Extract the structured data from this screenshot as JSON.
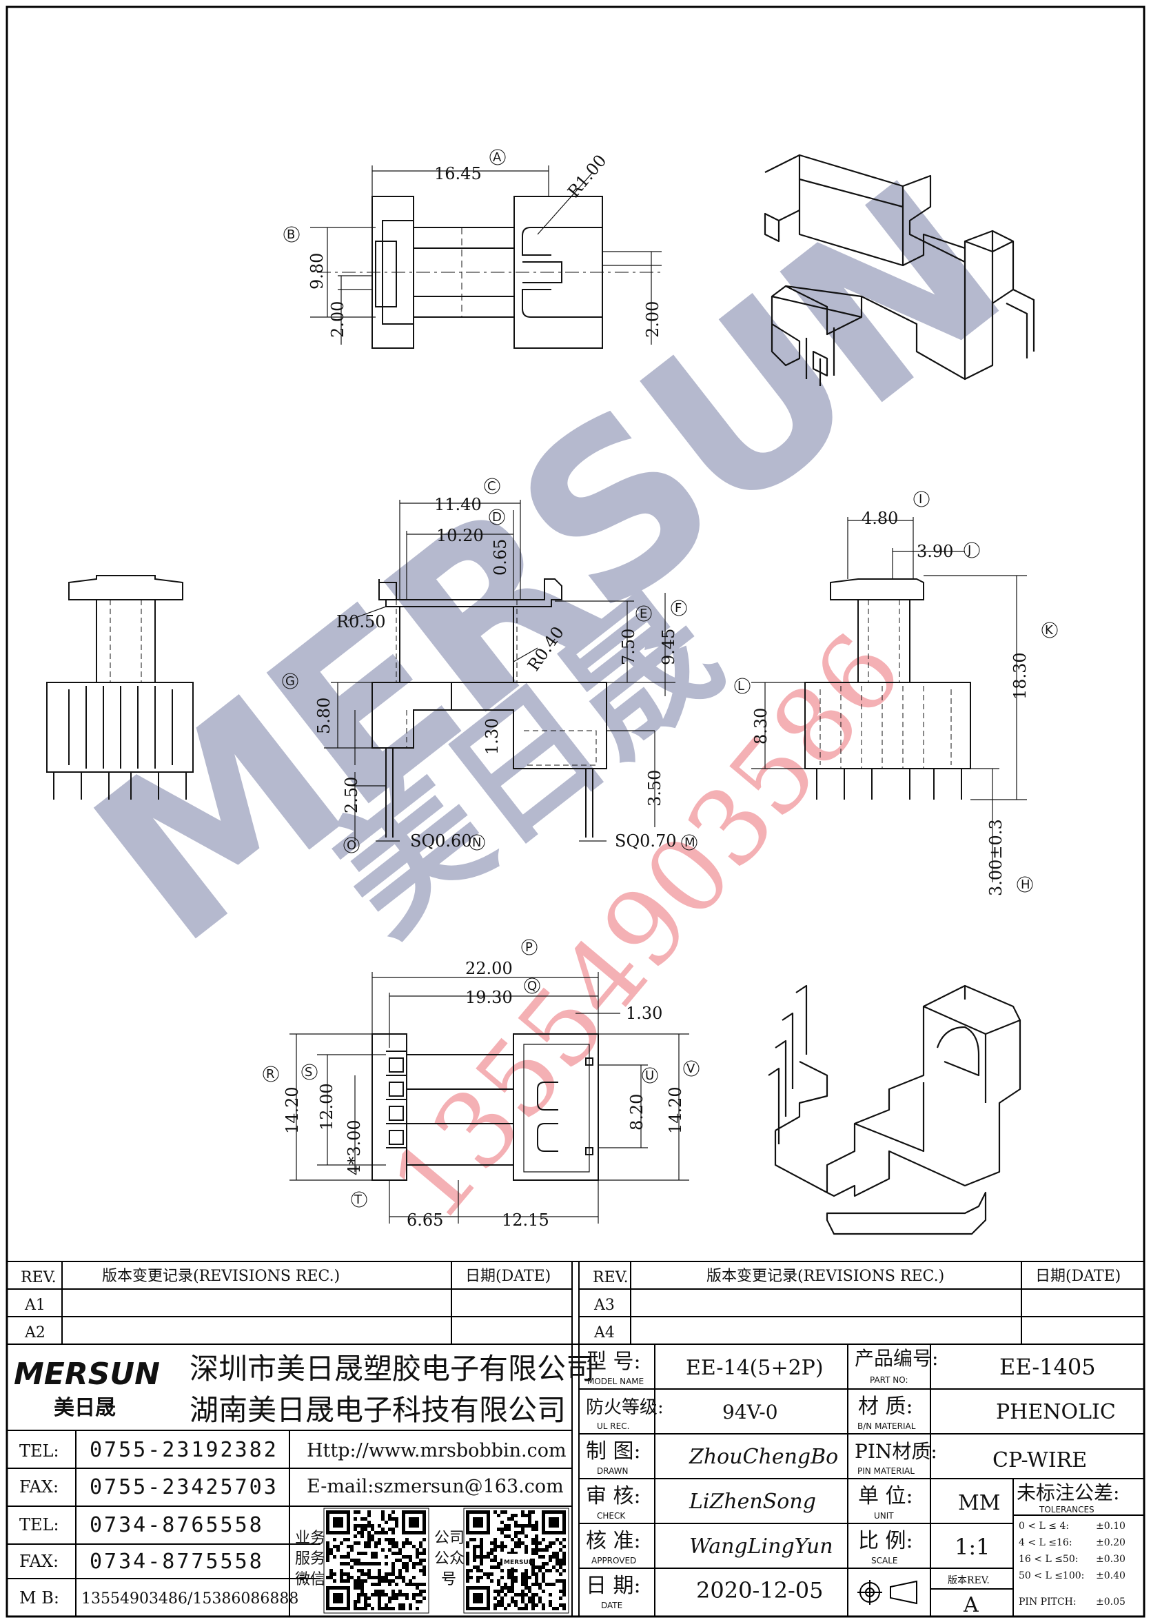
{
  "drawing": {
    "top_view": {
      "dims": [
        "16.45",
        "R1.00",
        "9.80",
        "2.00",
        "2.00"
      ],
      "circles": [
        "A",
        "B"
      ]
    },
    "front_view": {
      "dims": [
        "11.40",
        "10.20",
        "0.65",
        "R0.50",
        "R0.40",
        "7.50",
        "9.45",
        "5.80",
        "1.30",
        "2.50",
        "3.50",
        "SQ0.60",
        "SQ0.70"
      ],
      "circles": [
        "C",
        "D",
        "E",
        "F",
        "G",
        "N",
        "M",
        "O"
      ]
    },
    "side_view": {
      "dims": [
        "4.80",
        "3.90",
        "18.30",
        "8.30",
        "3.00±0.3"
      ],
      "circles": [
        "I",
        "J",
        "K",
        "H",
        "L"
      ]
    },
    "bottom_view": {
      "dims": [
        "22.00",
        "19.30",
        "1.30",
        "14.20",
        "12.00",
        "4*3.00",
        "8.20",
        "14.20",
        "6.65",
        "12.15"
      ],
      "circles": [
        "P",
        "Q",
        "R",
        "S",
        "U",
        "V",
        "T"
      ]
    }
  },
  "watermark": {
    "brand": "MERSUN",
    "chinese": "美日晟",
    "phone": "13554903586",
    "colors": {
      "blue": "#9db8e2",
      "gray": "#a9adc6",
      "red": "#f3a3a8"
    }
  },
  "revisions": {
    "left": {
      "col_rev": "REV.",
      "col_rec": "版本变更记录(REVISIONS REC.)",
      "col_date": "日期(DATE)",
      "rows": [
        "A1",
        "A2"
      ]
    },
    "right": {
      "col_rev": "REV.",
      "col_rec": "版本变更记录(REVISIONS REC.)",
      "col_date": "日期(DATE)",
      "rows": [
        "A3",
        "A4"
      ]
    }
  },
  "company": {
    "logo": "MERSUN",
    "logo_cn": "美日晟",
    "name1": "深圳市美日晟塑胶电子有限公司",
    "name2": "湖南美日晟电子科技有限公司",
    "contacts": [
      {
        "label": "TEL:",
        "value": "0755-23192382"
      },
      {
        "label": "FAX:",
        "value": "0755-23425703"
      },
      {
        "label": "TEL:",
        "value": "0734-8765558"
      },
      {
        "label": "FAX:",
        "value": "0734-8775558"
      }
    ],
    "mb_label": "M B:",
    "mb_value": "13554903486/15386086888",
    "website": "Http://www.mrsbobbin.com",
    "email": "E-mail:szmersun@163.com",
    "qr1_label": [
      "业务",
      "服务",
      "微信"
    ],
    "qr2_label": [
      "公司",
      "公众",
      "号"
    ],
    "qr2_logo": "MERSUN"
  },
  "spec": {
    "model_label": "型 号:",
    "model_sub": "MODEL NAME",
    "model_value": "EE-14(5+2P)",
    "part_label": "产品编号:",
    "part_sub": "PART NO:",
    "part_value": "EE-1405",
    "fire_label": "防火等级:",
    "fire_sub": "UL REC.",
    "fire_value": "94V-0",
    "material_label": "材 质:",
    "material_sub": "B/N MATERIAL",
    "material_value": "PHENOLIC",
    "drawn_label": "制 图:",
    "drawn_sub": "DRAWN",
    "drawn_value": "ZhouChengBo",
    "pin_label": "PIN材质:",
    "pin_sub": "PIN MATERIAL",
    "pin_value": "CP-WIRE",
    "check_label": "审 核:",
    "check_sub": "CHECK",
    "check_value": "LiZhenSong",
    "unit_label": "单 位:",
    "unit_sub": "UNIT",
    "unit_value": "MM",
    "approved_label": "核 准:",
    "approved_sub": "APPROVED",
    "approved_value": "WangLingYun",
    "scale_label": "比 例:",
    "scale_sub": "SCALE",
    "scale_value": "1:1",
    "date_label": "日 期:",
    "date_sub": "DATE",
    "date_value": "2020-12-05",
    "rev_label": "版本REV.",
    "rev_value": "A",
    "tol_title": "未标注公差:",
    "tol_sub": "TOLERANCES",
    "tolerances": [
      {
        "range": "0 < L ≤  4:",
        "value": "±0.10"
      },
      {
        "range": "4 < L ≤16:",
        "value": "±0.20"
      },
      {
        "range": "16 < L ≤50:",
        "value": "±0.30"
      },
      {
        "range": "50 < L ≤100:",
        "value": "±0.40"
      },
      {
        "range": "PIN PITCH:",
        "value": "±0.05"
      }
    ]
  }
}
